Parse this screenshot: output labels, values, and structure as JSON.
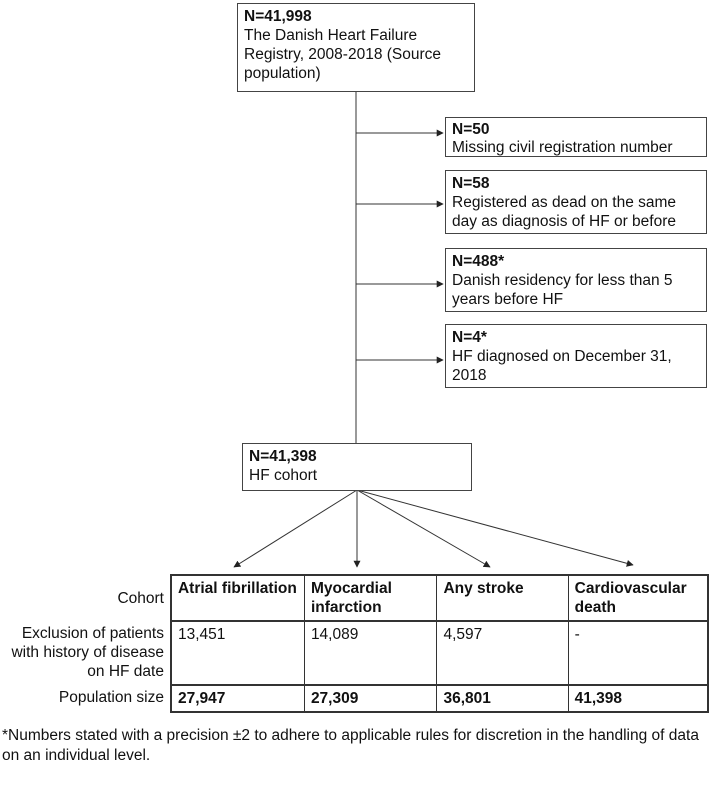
{
  "source_box": {
    "n": "N=41,998",
    "text": "The Danish Heart Failure Registry, 2008-2018 (Source population)"
  },
  "exclusions": [
    {
      "n": "N=50",
      "text": "Missing civil registration number"
    },
    {
      "n": "N=58",
      "text": "Registered as dead on the same day as diagnosis of HF or before"
    },
    {
      "n": "N=488*",
      "text": "Danish residency for less than 5 years before HF"
    },
    {
      "n": "N=4*",
      "text": "HF diagnosed on December 31, 2018"
    }
  ],
  "cohort_box": {
    "n": "N=41,398",
    "text": "HF cohort"
  },
  "table": {
    "row_labels": {
      "cohort": "Cohort",
      "exclusion": "Exclusion of patients with history of disease on HF date",
      "population": "Population size"
    },
    "columns": [
      {
        "name": "Atrial fibrillation",
        "excluded": "13,451",
        "population": "27,947"
      },
      {
        "name": "Myocardial infarction",
        "excluded": "14,089",
        "population": "27,309"
      },
      {
        "name": "Any stroke",
        "excluded": "4,597",
        "population": "36,801"
      },
      {
        "name": "Cardiovascular death",
        "excluded": "-",
        "population": "41,398"
      }
    ]
  },
  "footnote": "*Numbers stated with a precision ±2 to adhere to applicable rules for discretion in the handling of data on an individual level."
}
